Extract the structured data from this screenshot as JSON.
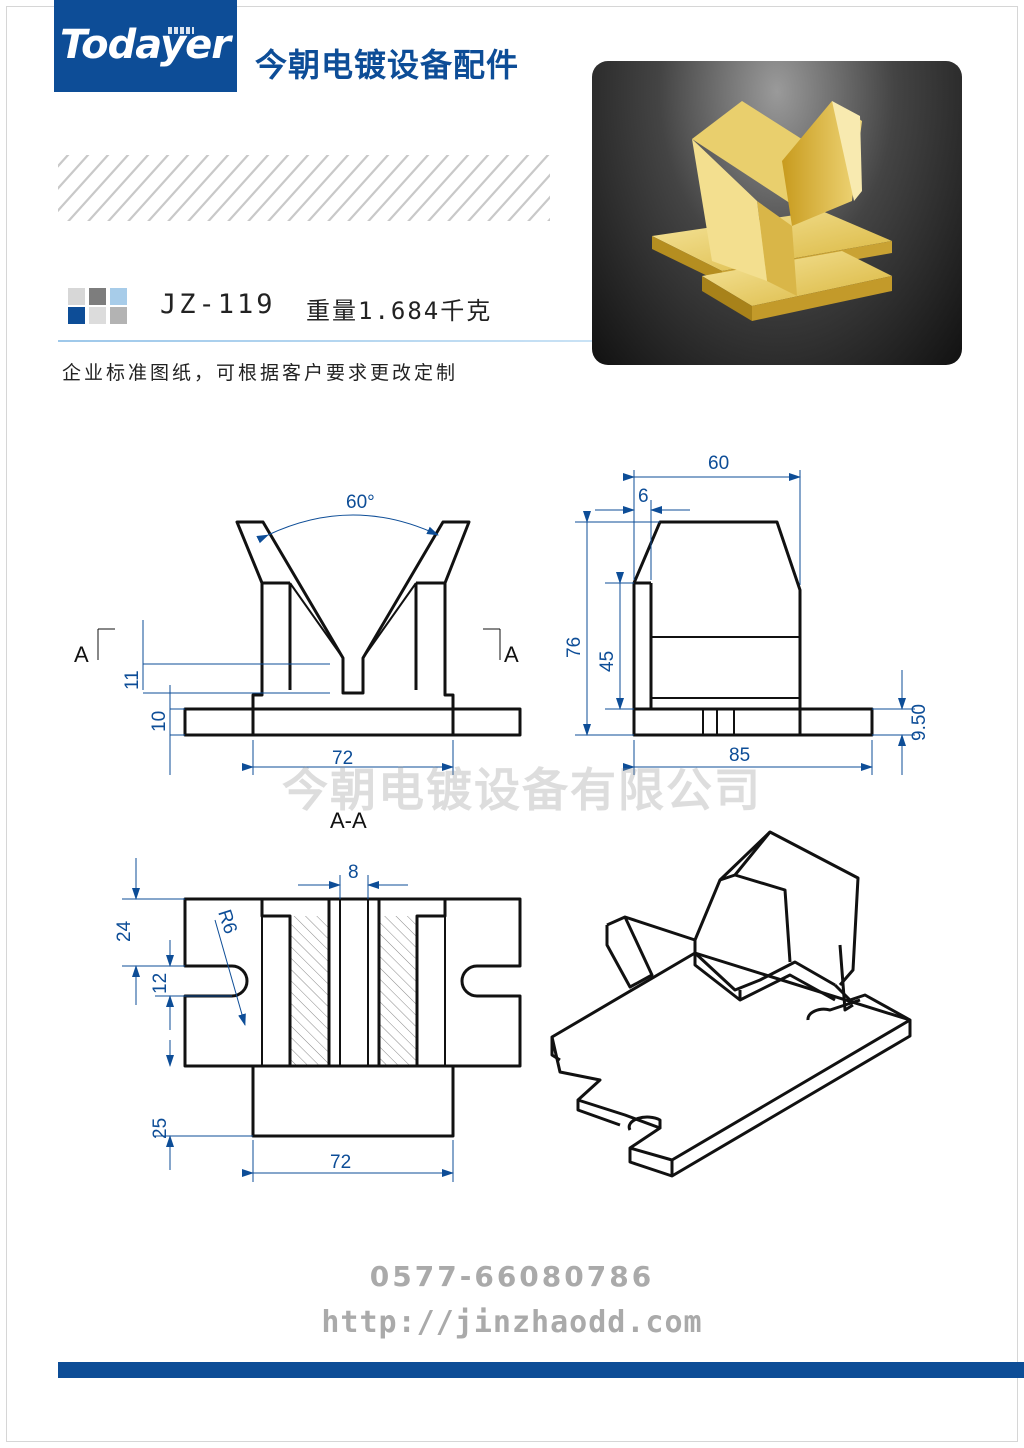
{
  "header": {
    "logo": "Todayer",
    "brand": "今朝电镀设备配件",
    "model": "JZ-119",
    "weight": "重量1.684千克",
    "subtitle": "企业标准图纸，可根据客户要求更改定制"
  },
  "drawing": {
    "front_view": {
      "angle": "60°",
      "section_left": "A",
      "section_right": "A",
      "dim_11": "11",
      "dim_10": "10",
      "dim_72": "72"
    },
    "side_view": {
      "dim_60": "60",
      "dim_6": "6",
      "dim_76": "76",
      "dim_45": "45",
      "dim_85": "85",
      "dim_950": "9.50"
    },
    "section_view": {
      "label": "A-A",
      "dim_8": "8",
      "dim_24": "24",
      "dim_r6": "R6",
      "dim_12": "12",
      "dim_25": "25",
      "dim_72": "72"
    }
  },
  "watermark": "今朝电镀设备有限公司",
  "footer": {
    "phone": "0577-66080786",
    "url": "http://jinzhaodd.com"
  },
  "colors": {
    "brand_blue": "#0d4d97",
    "dimension_blue": "#0d4d97",
    "footer_gray": "#aaaaaa"
  }
}
